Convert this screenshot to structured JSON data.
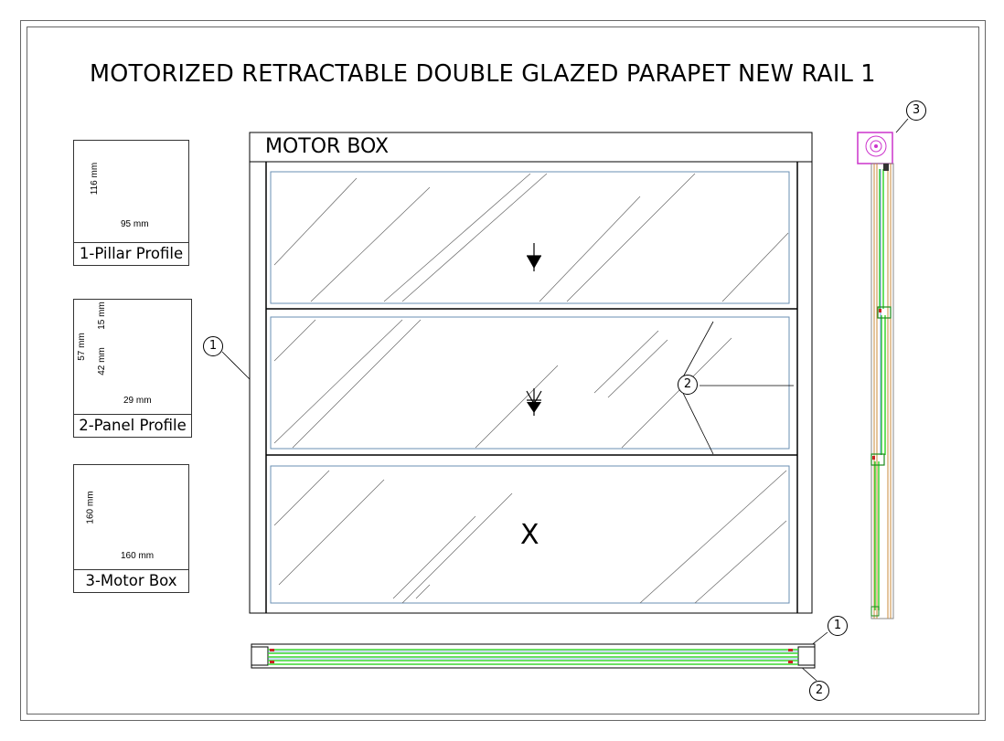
{
  "title": "MOTORIZED RETRACTABLE DOUBLE GLAZED PARAPET NEW RAIL 1",
  "motor_box_label": "MOTOR BOX",
  "details": [
    {
      "label": "1-Pillar Profile",
      "dims": [
        "116 mm",
        "95 mm"
      ]
    },
    {
      "label": "2-Panel Profile",
      "dims": [
        "57 mm",
        "15 mm",
        "42 mm",
        "29 mm"
      ]
    },
    {
      "label": "3-Motor Box",
      "dims": [
        "160 mm",
        "160 mm"
      ]
    }
  ],
  "callouts": {
    "pillar": "1",
    "panel": "2",
    "motor_box": "3",
    "plan_pillar": "1",
    "plan_panel": "2"
  },
  "panel_marks": {
    "top_arrow": "▼",
    "middle_arrow": "▼",
    "fixed": "X"
  },
  "colors": {
    "glass_line": "#6a8fb3",
    "green_profile": "#39d62f",
    "motor_magenta": "#cc33cc",
    "wood_orange": "#c98a3a",
    "red_seal": "#cc2222"
  }
}
